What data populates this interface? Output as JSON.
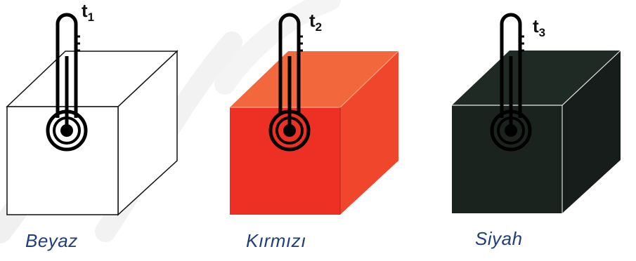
{
  "diagram": {
    "cubes": [
      {
        "name": "white-cube",
        "label": "Beyaz",
        "thermometer": {
          "label": "t",
          "index": "1"
        },
        "colors": {
          "front": "#ffffff",
          "top": "#ffffff",
          "side": "#ffffff",
          "edge": "#111111"
        }
      },
      {
        "name": "red-cube",
        "label": "Kırmızı",
        "thermometer": {
          "label": "t",
          "index": "2"
        },
        "colors": {
          "front": "#ee2f24",
          "top": "#f2683c",
          "side": "#f0472c",
          "edge": "#b32a1e"
        }
      },
      {
        "name": "black-cube",
        "label": "Siyah",
        "thermometer": {
          "label": "t",
          "index": "3"
        },
        "colors": {
          "front": "#1b231f",
          "top": "#202a25",
          "side": "#161d1a",
          "edge": "#2a332e"
        }
      }
    ],
    "watermark": {
      "color": "#d9d9d9"
    }
  }
}
